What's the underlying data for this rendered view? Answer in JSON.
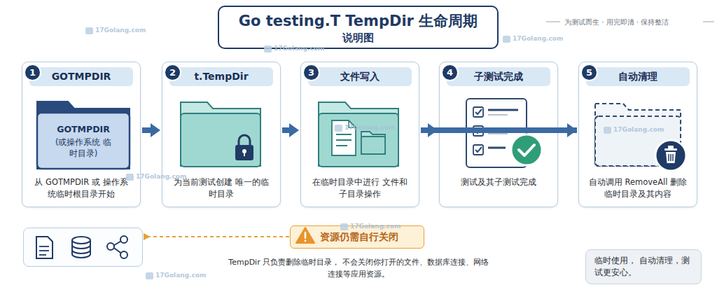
{
  "diagram": {
    "title": "Go testing.T TempDir 生命周期",
    "nodes": [
      {
        "text": [
          "GOTMPDIR",
          "从 GOTMPDIR 或 操作系统临时根目录开始"
        ]
      },
      {
        "text": [
          "1"
        ],
        "in": 0
      },
      {
        "text": [
          "GOTMPDIR",
          "(或操作系统 临时目录)"
        ],
        "in": 0
      },
      {
        "text": [
          "t.TempDir",
          "为当前测试创建 唯一的临时目录"
        ]
      },
      {
        "text": [
          "2"
        ],
        "in": 3
      },
      {
        "text": [
          "文件写入",
          "在临时目录中进行 文件和子目录操作"
        ]
      },
      {
        "text": [
          "3"
        ],
        "in": 5
      },
      {
        "text": [
          "子测试完成",
          "测试及其子测试完成"
        ]
      },
      {
        "text": [
          "4"
        ],
        "in": 7
      },
      {
        "text": [
          "自动清理",
          "自动调用 RemoveAll 删除临时目录及其内容"
        ]
      },
      {
        "text": [
          "5"
        ],
        "in": 9
      },
      {
        "text": [
          "资源仍需自行关闭"
        ]
      },
      {
        "text": [
          "临时使用， 自动清理，测试更安心。"
        ]
      }
    ],
    "edges": [
      {
        "from": 0,
        "to": 3,
        "arrow": "to"
      },
      {
        "from": 3,
        "to": 5,
        "arrow": "to"
      },
      {
        "from": 5,
        "to": 7,
        "arrow": "to"
      },
      {
        "from": 7,
        "to": 9,
        "arrow": "to"
      },
      {
        "from": 9,
        "to": 11,
        "arrow": "none"
      }
    ],
    "labels": [
      "说明图",
      "为测试而生 · 用完即清 · 保持整洁",
      "TempDir 只负责删除临时目录， 不会关闭你打开的文件、数据库连接、网络连接等应用资源。",
      "17Golang.com",
      "17Golang.com",
      "17Golang.com",
      "17Golang.com",
      "17Golang.com",
      "17Golang.com",
      "17Golang.com",
      "17Golang.com"
    ]
  }
}
